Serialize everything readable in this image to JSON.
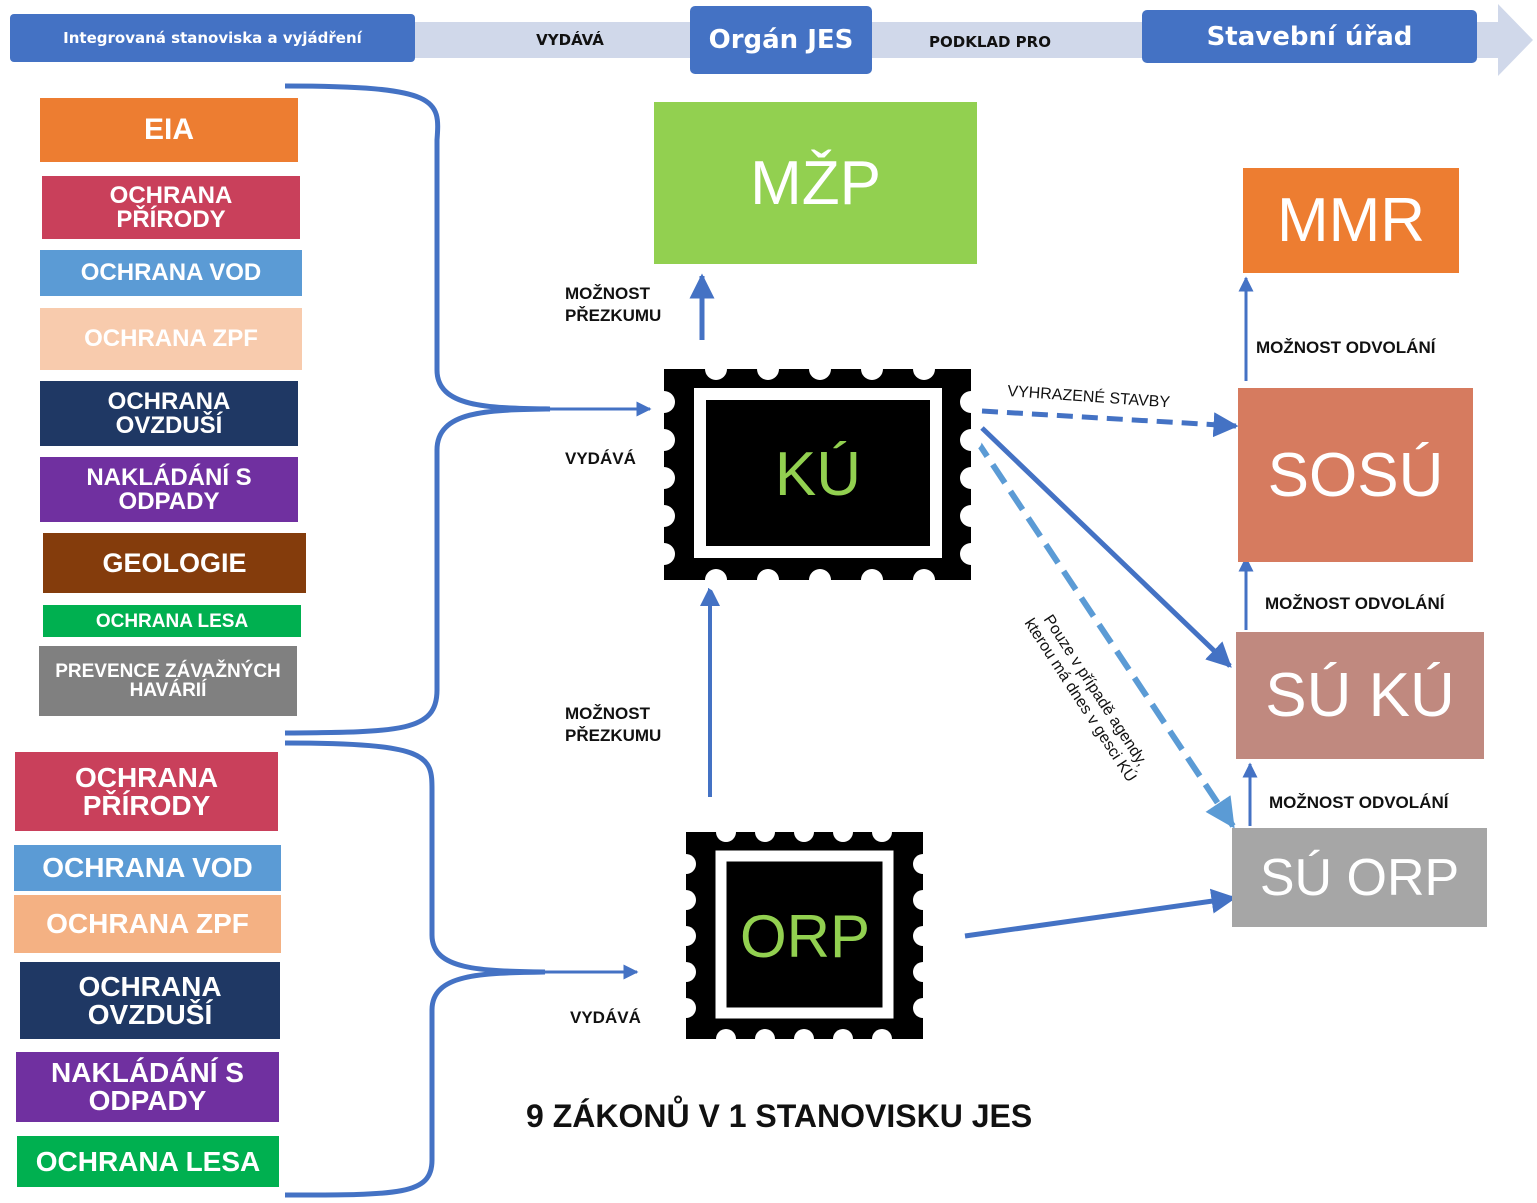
{
  "header": {
    "integrated": "Integrovaná stanoviska a vyjádření",
    "vydava": "VYDÁVÁ",
    "organ": "Orgán JES",
    "podklad": "PODKLAD PRO",
    "stavebni": "Stavební úřad"
  },
  "upper_group": [
    "EIA",
    "OCHRANA PŘÍRODY",
    "OCHRANA VOD",
    "OCHRANA ZPF",
    "OCHRANA OVZDUŠÍ",
    "NAKLÁDÁNÍ S ODPADY",
    "GEOLOGIE",
    "OCHRANA LESA",
    "PREVENCE ZÁVAŽNÝCH HAVÁRIÍ"
  ],
  "lower_group": [
    "OCHRANA PŘÍRODY",
    "OCHRANA VOD",
    "OCHRANA ZPF",
    "OCHRANA OVZDUŠÍ",
    "NAKLÁDÁNÍ S ODPADY",
    "OCHRANA LESA"
  ],
  "nodes": {
    "mzp": "MŽP",
    "ku": "KÚ",
    "orp": "ORP",
    "mmr": "MMR",
    "sosu": "SOSÚ",
    "su_ku": "SÚ KÚ",
    "su_orp": "SÚ ORP"
  },
  "labels": {
    "moznost_prezkumu_top": "MOŽNOST PŘEZKUMU",
    "moznost_prezkumu_bottom": "MOŽNOST PŘEZKUMU",
    "vydava_ku": "VYDÁVÁ",
    "vydava_orp": "VYDÁVÁ",
    "odvolani_1": "MOŽNOST ODVOLÁNÍ",
    "odvolani_2": "MOŽNOST ODVOLÁNÍ",
    "odvolani_3": "MOŽNOST ODVOLÁNÍ",
    "vyhrazene": "VYHRAZENÉ STAVBY",
    "pouze": "Pouze v případě agendy, kterou má dnes v gesci KÚ",
    "footer": "9 ZÁKONŮ V 1 STANOVISKU JES"
  },
  "colors": {
    "header_blue": "#4472c4",
    "header_band": "#d0d8ea",
    "arrow_blue": "#4472c4",
    "dashed_blue": "#5b9bd5",
    "eia": "#ed7d31",
    "priroda": "#c9405b",
    "vod": "#5b9bd5",
    "zpf_light": "#f8cbad",
    "zpf": "#f4b183",
    "ovzdusi": "#1f3864",
    "odpady": "#7030a0",
    "geologie": "#843c0c",
    "lesa": "#00b050",
    "havarie": "#808080",
    "mzp": "#92d050",
    "mmr": "#ed7d31",
    "sosu": "#d67b5f",
    "su_ku": "#c0897f",
    "su_orp": "#a6a6a6",
    "stamp_text": "#92d050"
  }
}
